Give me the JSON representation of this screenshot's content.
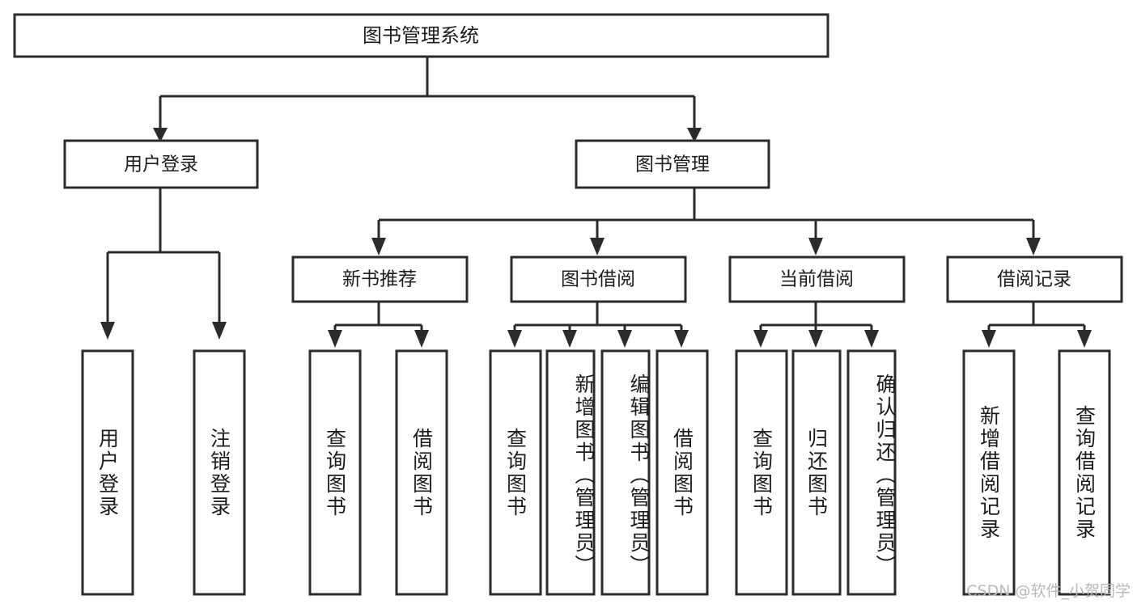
{
  "diagram": {
    "kind": "tree-hierarchy-functional-decomposition",
    "root": {
      "id": "root",
      "label": "图书管理系统"
    },
    "level2": [
      {
        "id": "user-login",
        "label": "用户登录"
      },
      {
        "id": "book-management",
        "label": "图书管理"
      }
    ],
    "level3": [
      {
        "id": "new-book-recommend",
        "label": "新书推荐",
        "parent": "book-management"
      },
      {
        "id": "book-borrow",
        "label": "图书借阅",
        "parent": "book-management"
      },
      {
        "id": "current-borrow",
        "label": "当前借阅",
        "parent": "book-management"
      },
      {
        "id": "borrow-record",
        "label": "借阅记录",
        "parent": "book-management"
      }
    ],
    "leaves": [
      {
        "id": "leaf-user-login",
        "label": "用户登录",
        "parent": "user-login"
      },
      {
        "id": "leaf-logout-login",
        "label": "注销登录",
        "parent": "user-login"
      },
      {
        "id": "leaf-query-book-1",
        "label": "查询图书",
        "parent": "new-book-recommend"
      },
      {
        "id": "leaf-borrow-book-1",
        "label": "借阅图书",
        "parent": "new-book-recommend"
      },
      {
        "id": "leaf-query-book-2",
        "label": "查询图书",
        "parent": "book-borrow"
      },
      {
        "id": "leaf-add-book",
        "label": "新增图书（管理员）",
        "parent": "book-borrow"
      },
      {
        "id": "leaf-edit-book",
        "label": "编辑图书（管理员）",
        "parent": "book-borrow"
      },
      {
        "id": "leaf-borrow-book-2",
        "label": "借阅图书",
        "parent": "book-borrow"
      },
      {
        "id": "leaf-query-book-3",
        "label": "查询图书",
        "parent": "current-borrow"
      },
      {
        "id": "leaf-return-book",
        "label": "归还图书",
        "parent": "current-borrow"
      },
      {
        "id": "leaf-confirm-return",
        "label": "确认归还（管理员）",
        "parent": "current-borrow"
      },
      {
        "id": "leaf-add-borrow-record",
        "label": "新增借阅记录",
        "parent": "borrow-record"
      },
      {
        "id": "leaf-query-borrow-record",
        "label": "查询借阅记录",
        "parent": "borrow-record"
      }
    ]
  },
  "watermark": {
    "text": "CSDN @软件_小贺同学"
  },
  "colors": {
    "stroke": "#2b2b2b",
    "fill": "#ffffff",
    "text": "#1c1c1c",
    "watermark": "#b9b9b9",
    "background": "#ffffff"
  }
}
